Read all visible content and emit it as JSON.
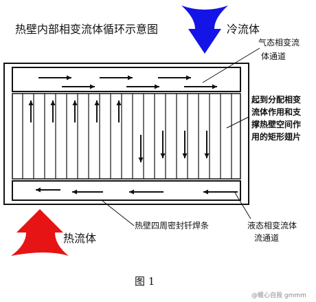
{
  "title": "热壁内部相变流体循环示意图",
  "cold_fluid_label": "冷流体",
  "hot_fluid_label": "热流体",
  "gas_channel_label": [
    "气态相变流",
    "体通道"
  ],
  "fin_label": [
    "起到分配相变",
    "流体作用和支",
    "撑热壁空间作",
    "用的矩形翅片"
  ],
  "seal_label": "热壁四周密封钎焊条",
  "liquid_channel_label": [
    "液态相变流体",
    "流通道"
  ],
  "caption": "图 1",
  "watermark": "@暖心自我 gmmm",
  "colors": {
    "cold": "#1414e6",
    "hot": "#e61414",
    "line": "#111111"
  },
  "icons": {
    "cold_arrow": "down-arrow-icon",
    "hot_arrow": "up-arrow-icon"
  }
}
